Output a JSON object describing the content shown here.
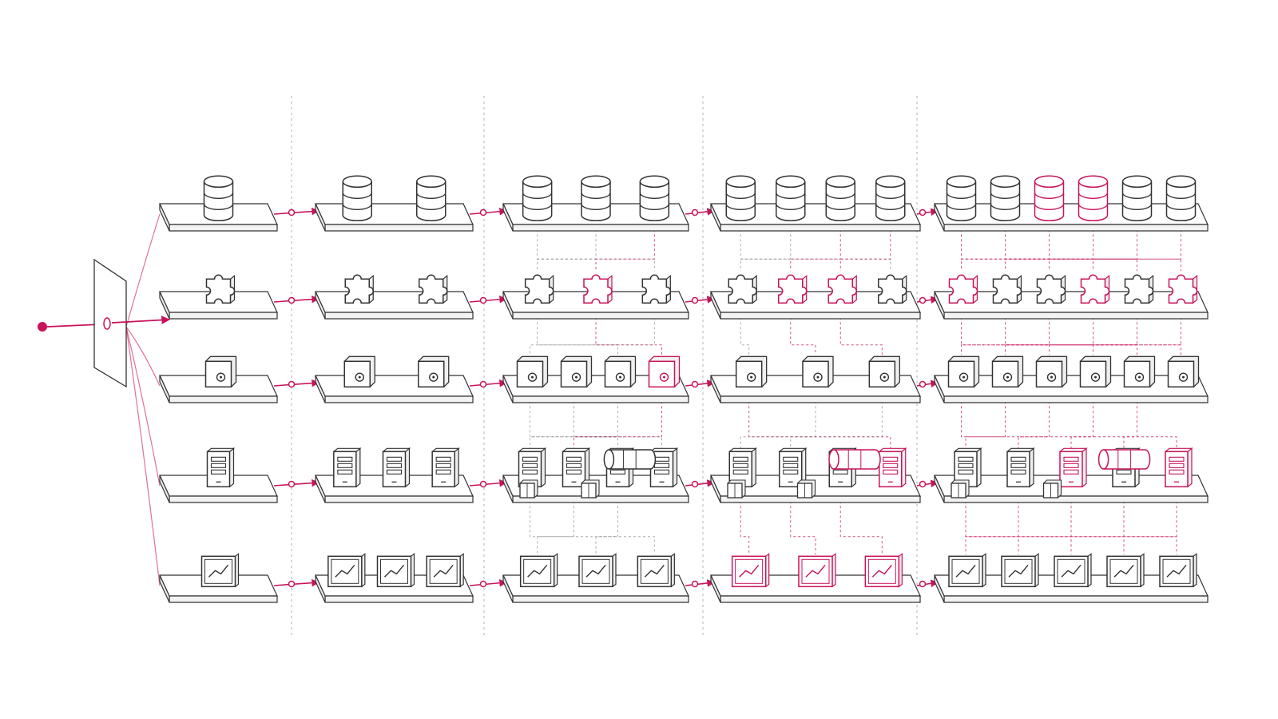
{
  "colors": {
    "ink": "#333333",
    "guide": "#b3b3b3",
    "accent": "#c8135a",
    "paper": "#ffffff"
  },
  "icon_kinds": [
    "database-icon",
    "puzzle-icon",
    "module-icon",
    "server-icon",
    "dashboard-icon",
    "queue-icon",
    "box-icon"
  ],
  "stages": [
    {
      "layers": [
        {
          "kind": "database",
          "items": [
            "n"
          ]
        },
        {
          "kind": "puzzle",
          "items": [
            "n"
          ]
        },
        {
          "kind": "module",
          "items": [
            "n"
          ]
        },
        {
          "kind": "server",
          "items": [
            "n"
          ]
        },
        {
          "kind": "dashboard",
          "items": [
            "n"
          ]
        }
      ]
    },
    {
      "layers": [
        {
          "kind": "database",
          "items": [
            "n",
            "n"
          ]
        },
        {
          "kind": "puzzle",
          "items": [
            "n",
            "n"
          ]
        },
        {
          "kind": "module",
          "items": [
            "n",
            "n"
          ]
        },
        {
          "kind": "server",
          "items": [
            "n",
            "n",
            "n"
          ]
        },
        {
          "kind": "dashboard",
          "items": [
            "n",
            "n",
            "n"
          ]
        }
      ]
    },
    {
      "layers": [
        {
          "kind": "database",
          "items": [
            "n",
            "n",
            "n"
          ]
        },
        {
          "kind": "puzzle",
          "items": [
            "n",
            "a",
            "n"
          ]
        },
        {
          "kind": "module",
          "items": [
            "n",
            "n",
            "n",
            "a"
          ]
        },
        {
          "kind": "server",
          "items": [
            "n",
            "n",
            "n",
            "n"
          ]
        },
        {
          "kind": "dashboard",
          "items": [
            "n",
            "n",
            "n"
          ]
        }
      ]
    },
    {
      "layers": [
        {
          "kind": "database",
          "items": [
            "n",
            "n",
            "n",
            "n"
          ]
        },
        {
          "kind": "puzzle",
          "items": [
            "n",
            "a",
            "a",
            "n"
          ]
        },
        {
          "kind": "module",
          "items": [
            "n",
            "n",
            "n"
          ]
        },
        {
          "kind": "server",
          "items": [
            "n",
            "n",
            "n",
            "a"
          ]
        },
        {
          "kind": "dashboard",
          "items": [
            "a",
            "a",
            "a"
          ]
        }
      ]
    },
    {
      "layers": [
        {
          "kind": "database",
          "items": [
            "n",
            "n",
            "a",
            "a",
            "n",
            "n"
          ]
        },
        {
          "kind": "puzzle",
          "items": [
            "a",
            "n",
            "n",
            "a",
            "n",
            "a"
          ]
        },
        {
          "kind": "module",
          "items": [
            "n",
            "n",
            "n",
            "n",
            "n",
            "n"
          ]
        },
        {
          "kind": "server",
          "items": [
            "n",
            "n",
            "a",
            "n",
            "a"
          ]
        },
        {
          "kind": "dashboard",
          "items": [
            "n",
            "n",
            "n",
            "n",
            "n"
          ]
        }
      ]
    }
  ]
}
